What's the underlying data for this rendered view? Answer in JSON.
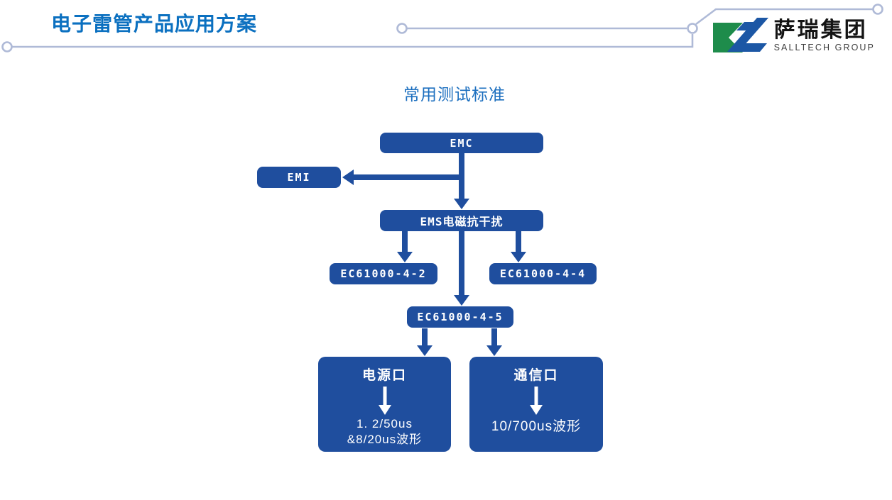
{
  "slide": {
    "header": {
      "title": "电子雷管产品应用方案"
    },
    "logo": {
      "name_cn": "萨瑞集团",
      "name_en": "SALLTECH GROUP"
    },
    "diagram": {
      "title": "常用测试标准",
      "nodes": {
        "emc": {
          "label": "EMC"
        },
        "emi": {
          "label": "EMI"
        },
        "ems": {
          "label": "EMS电磁抗干扰"
        },
        "ec61000_4_2": {
          "label": "EC61000-4-2"
        },
        "ec61000_4_4": {
          "label": "EC61000-4-4"
        },
        "ec61000_4_5": {
          "label": "EC61000-4-5"
        },
        "power_port": {
          "title": "电源口",
          "line1": "1. 2/50us",
          "line2": "&8/20us波形"
        },
        "comm_port": {
          "title": "通信口",
          "line1": "10/700us波形"
        }
      }
    },
    "colors": {
      "node_blue": "#1F4E9E",
      "title_blue": "#0B70C0",
      "subtitle_blue": "#1C6FBF",
      "deco_line": "#AFBAD7",
      "logo_green": "#1E8C4B",
      "logo_blue": "#1C57A5",
      "white": "#FFFFFF"
    }
  }
}
